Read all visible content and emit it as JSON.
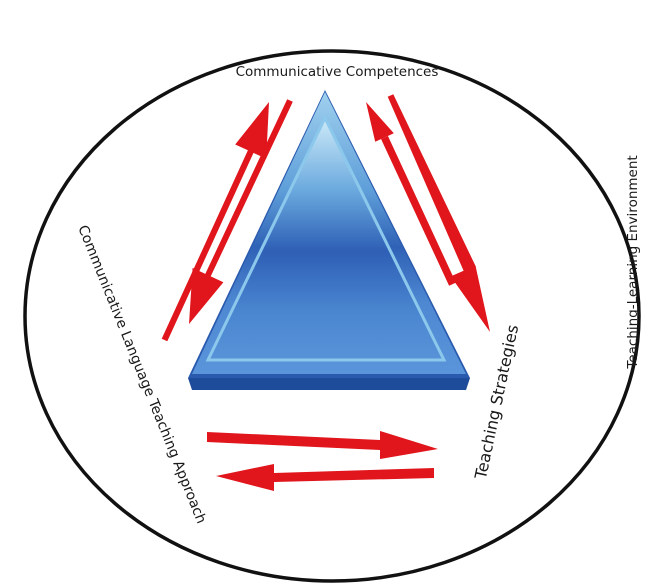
{
  "labels": {
    "top": "Communicative Competences",
    "left": "Communicative Language Teaching Approach",
    "right": "Teaching Strategies",
    "outer": "Teaching-Learning Environment"
  },
  "colors": {
    "arrow": "#e0161c",
    "circle": "#111111",
    "triangle_light": "#a8d4ee",
    "triangle_mid": "#3a78c8",
    "triangle_dark": "#2a5fb8"
  }
}
